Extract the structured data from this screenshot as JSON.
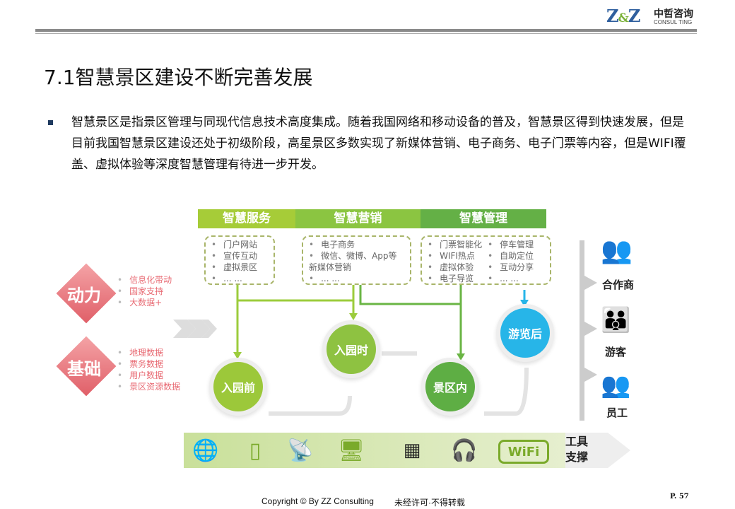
{
  "header": {
    "logo_mark": "Z&Z",
    "logo_cn": "中哲咨询",
    "logo_en": "CONSUL TING"
  },
  "title": "7.1智慧景区建设不断完善发展",
  "paragraph": "智慧景区是指景区管理与同现代信息技术高度集成。随着我国网络和移动设备的普及，智慧景区得到快速发展，但是目前我国智慧景区建设还处于初级阶段，高星景区多数实现了新媒体营销、电子商务、电子门票等内容，但是WIFI覆盖、虚拟体验等深度智慧管理有待进一步开发。",
  "diagram": {
    "categories": [
      {
        "label": "智慧服务",
        "color": "#a6cc38",
        "items": [
          "门户网站",
          "宣传互动",
          "虚拟景区",
          "... ..."
        ]
      },
      {
        "label": "智慧营销",
        "color": "#8bc541",
        "items": [
          "电子商务",
          "微信、微博、App等　新媒体营销",
          "... ..."
        ]
      },
      {
        "label": "智慧管理",
        "color": "#64b046",
        "items_left": [
          "门票智能化",
          "WIFI热点",
          "虚拟体验",
          "电子导览"
        ],
        "items_right": [
          "停车管理",
          "自助定位",
          "互动分享",
          "... ..."
        ]
      }
    ],
    "drivers": [
      {
        "label": "动力",
        "items": [
          "信息化带动",
          "国家支持",
          "大数据+"
        ]
      },
      {
        "label": "基础",
        "items": [
          "地理数据",
          "票务数据",
          "用户数据",
          "景区资源数据"
        ]
      }
    ],
    "stages": [
      "入园前",
      "入园时",
      "景区内",
      "游览后"
    ],
    "participants": [
      "合作商",
      "游客",
      "员工"
    ],
    "tools_label": "工具支撑",
    "tools": [
      "globe-computer-icon",
      "phone-icon",
      "satellite-dish-icon",
      "monitor-icon",
      "qr-code-icon",
      "headphones-icon",
      "wifi-icon"
    ]
  },
  "footer": {
    "copyright": "Copyright © By  ZZ Consulting",
    "notice": "未经许可·不得转载",
    "page": "P. 57"
  }
}
